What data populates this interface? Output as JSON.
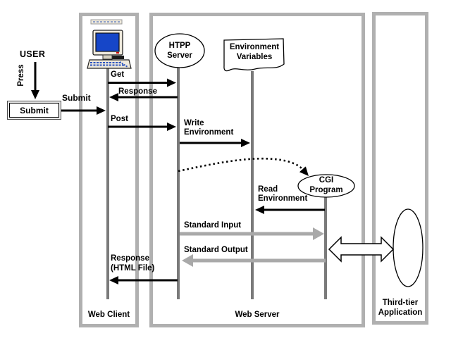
{
  "title": "CGI Web Sequence Diagram",
  "colors": {
    "frame": "#b0b0b0",
    "lifeline": "#7a7a7a",
    "gray_arrow": "#a9a9a9",
    "black": "#000000",
    "screen_blue": "#1646c8",
    "beige": "#efeadd"
  },
  "user": {
    "label": "USER",
    "press": "Press",
    "submit_button": "Submit",
    "submit_arrow": "Submit"
  },
  "nodes": {
    "http_server": "HTPP\nServer",
    "env_variables": "Environment\nVariables",
    "cgi_program": "CGI\nProgram"
  },
  "messages": {
    "get": "Get",
    "response": "Response",
    "post": "Post",
    "write_env": "Write\nEnvironment",
    "read_env": "Read\nEnvironment",
    "standard_input": "Standard Input",
    "standard_output": "Standard Output",
    "response_html": "Response\n(HTML File)"
  },
  "lanes": {
    "web_client": "Web Client",
    "web_server": "Web Server",
    "third_tier": "Third-tier\nApplication"
  }
}
